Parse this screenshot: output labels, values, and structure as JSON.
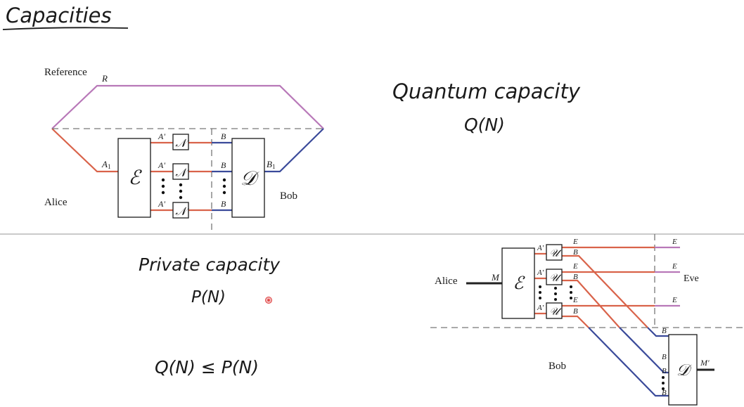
{
  "title": "Capacities",
  "quantum": {
    "heading": "Quantum capacity",
    "symbol": "Q(N)",
    "diagram": {
      "reference": "Reference",
      "r": "R",
      "alice": "Alice",
      "bob": "Bob",
      "a1": "A",
      "a1_sub": "1",
      "b1": "B",
      "b1_sub": "1",
      "encoder": "ℰ",
      "decoder": "𝒟",
      "channel": "𝒩",
      "channel_input": "A'",
      "channel_output": "B"
    }
  },
  "private": {
    "heading": "Private capacity",
    "symbol": "P(N)",
    "inequality": "Q(N) ≤ P(N)",
    "diagram": {
      "alice": "Alice",
      "eve": "Eve",
      "bob": "Bob",
      "m": "M",
      "m_out": "M'",
      "encoder": "ℰ",
      "decoder": "𝒟",
      "isometry": "𝒰",
      "isometry_input": "A'",
      "env": "E",
      "out": "B"
    }
  },
  "colors": {
    "reference_wire": "#b878b8",
    "alice_wire": "#d9634a",
    "bob_wire": "#3a4a9a",
    "pointer": "#e04040"
  }
}
